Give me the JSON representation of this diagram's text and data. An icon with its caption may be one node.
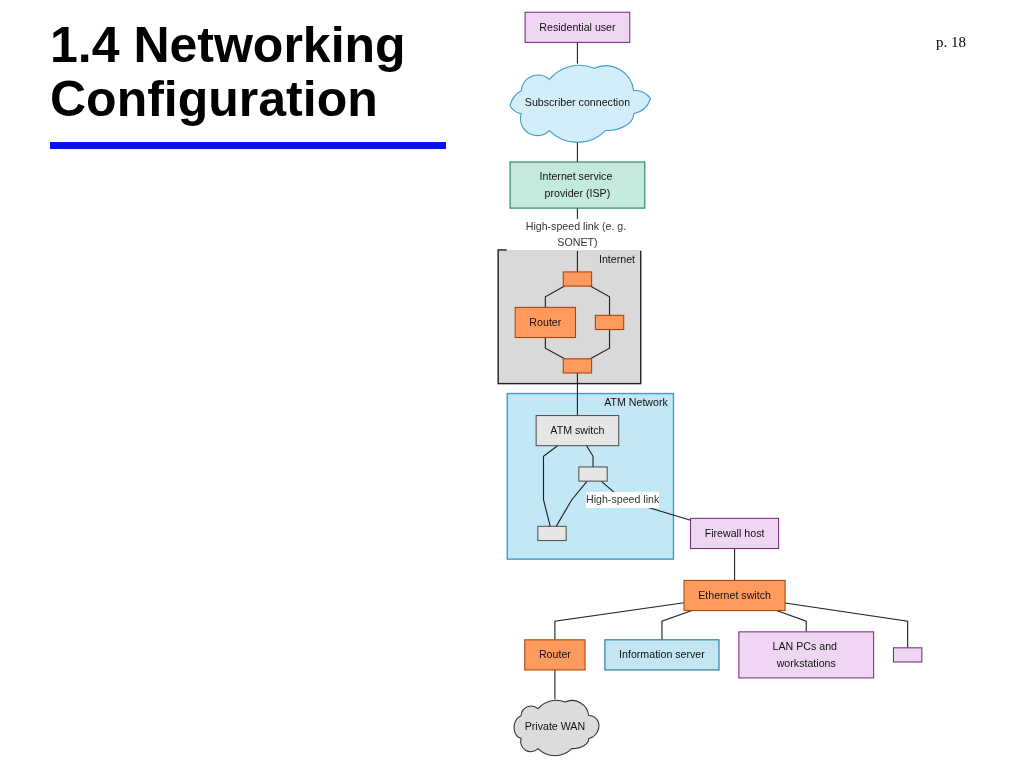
{
  "diagram": {
    "title": "1.4 Networking Configuration",
    "nodes": [
      {
        "text": [
          "Residential user"
        ]
      },
      {
        "text": [
          "Subscriber connection"
        ]
      },
      {
        "text": [
          "Internet service provider (ISP)"
        ]
      },
      {
        "text": [
          "Internet"
        ]
      },
      {
        "text": [],
        "shape": "box",
        "in": 3
      },
      {
        "text": [
          "Router"
        ],
        "in": 3
      },
      {
        "text": [],
        "shape": "box",
        "in": 3
      },
      {
        "text": [],
        "shape": "box",
        "in": 3
      },
      {
        "text": [
          "ATM Network"
        ]
      },
      {
        "text": [
          "ATM switch"
        ],
        "in": 8
      },
      {
        "text": [],
        "shape": "box",
        "in": 8
      },
      {
        "text": [],
        "shape": "box",
        "in": 8
      },
      {
        "text": [
          "Firewall host"
        ]
      },
      {
        "text": [
          "Ethernet switch"
        ]
      },
      {
        "text": [
          "Router"
        ]
      },
      {
        "text": [
          "Private WAN"
        ]
      },
      {
        "text": [
          "Information server"
        ]
      },
      {
        "text": [
          "LAN PCs and workstations"
        ]
      },
      {
        "text": [],
        "shape": "box"
      }
    ],
    "edges": [
      {
        "from": 0,
        "to": 1,
        "arrow": "none"
      },
      {
        "from": 1,
        "to": 2,
        "arrow": "none"
      },
      {
        "from": 2,
        "to": 4,
        "arrow": "none",
        "label": "High-speed link (e. g. SONET)"
      },
      {
        "from": 4,
        "to": 5,
        "arrow": "none"
      },
      {
        "from": 4,
        "to": 6,
        "arrow": "none"
      },
      {
        "from": 5,
        "to": 7,
        "arrow": "none"
      },
      {
        "from": 6,
        "to": 7,
        "arrow": "none"
      },
      {
        "from": 7,
        "to": 9,
        "arrow": "none"
      },
      {
        "from": 9,
        "to": 10,
        "arrow": "none"
      },
      {
        "from": 9,
        "to": 11,
        "arrow": "none"
      },
      {
        "from": 10,
        "to": 11,
        "arrow": "none"
      },
      {
        "from": 10,
        "to": 12,
        "arrow": "none",
        "label": "High-speed link"
      },
      {
        "from": 12,
        "to": 13,
        "arrow": "none"
      },
      {
        "from": 13,
        "to": 14,
        "arrow": "none"
      },
      {
        "from": 14,
        "to": 15,
        "arrow": "none"
      },
      {
        "from": 13,
        "to": 16,
        "arrow": "none"
      },
      {
        "from": 13,
        "to": 17,
        "arrow": "none"
      },
      {
        "from": 13,
        "to": 18,
        "arrow": "none"
      }
    ],
    "labels": [
      "p. 18"
    ]
  }
}
